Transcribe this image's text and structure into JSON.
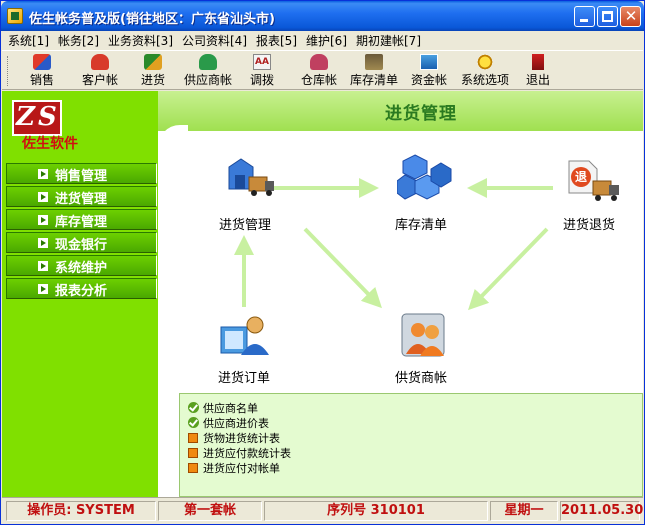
{
  "window": {
    "title": "佐生帐务普及版(销往地区：广东省汕头市)"
  },
  "menu": [
    {
      "label": "系统[1]"
    },
    {
      "label": "帐务[2]"
    },
    {
      "label": "业务资料[3]"
    },
    {
      "label": "公司资料[4]"
    },
    {
      "label": "报表[5]"
    },
    {
      "label": "维护[6]"
    },
    {
      "label": "期初建帐[7]"
    }
  ],
  "toolbar": [
    {
      "label": "销售",
      "icon": "sales-icon"
    },
    {
      "label": "客户帐",
      "icon": "customer-account-icon"
    },
    {
      "label": "进货",
      "icon": "purchase-icon"
    },
    {
      "label": "供应商帐",
      "icon": "supplier-account-icon"
    },
    {
      "label": "调拨",
      "icon": "transfer-icon"
    },
    {
      "label": "仓库帐",
      "icon": "warehouse-account-icon"
    },
    {
      "label": "库存清单",
      "icon": "inventory-list-icon"
    },
    {
      "label": "资金帐",
      "icon": "fund-account-icon"
    },
    {
      "label": "系统选项",
      "icon": "system-options-icon"
    },
    {
      "label": "退出",
      "icon": "exit-icon"
    }
  ],
  "sidebar": {
    "brand": "佐生软件",
    "logo_letters": [
      "Z",
      "S"
    ],
    "items": [
      {
        "label": "销售管理"
      },
      {
        "label": "进货管理"
      },
      {
        "label": "库存管理"
      },
      {
        "label": "现金银行"
      },
      {
        "label": "系统维护"
      },
      {
        "label": "报表分析"
      }
    ]
  },
  "page": {
    "title": "进货管理"
  },
  "flow": {
    "purchase": {
      "label": "进货管理"
    },
    "inventory": {
      "label": "库存清单"
    },
    "return": {
      "label": "进货退货",
      "badge": "退"
    },
    "order": {
      "label": "进货订单"
    },
    "supplier": {
      "label": "供货商帐"
    }
  },
  "reports": [
    {
      "label": "供应商名单",
      "icon": "check"
    },
    {
      "label": "供应商进价表",
      "icon": "check"
    },
    {
      "label": "货物进货统计表",
      "icon": "report"
    },
    {
      "label": "进货应付款统计表",
      "icon": "report"
    },
    {
      "label": "进货应付对帐单",
      "icon": "report"
    }
  ],
  "status": {
    "operator": "操作员: SYSTEM",
    "book": "第一套帐",
    "serial": "序列号 310101",
    "weekday": "星期一",
    "date": "2011.05.30"
  },
  "colors": {
    "accent_green": "#80e000",
    "arrow_green": "#c8f0a0",
    "status_red": "#c01010"
  }
}
